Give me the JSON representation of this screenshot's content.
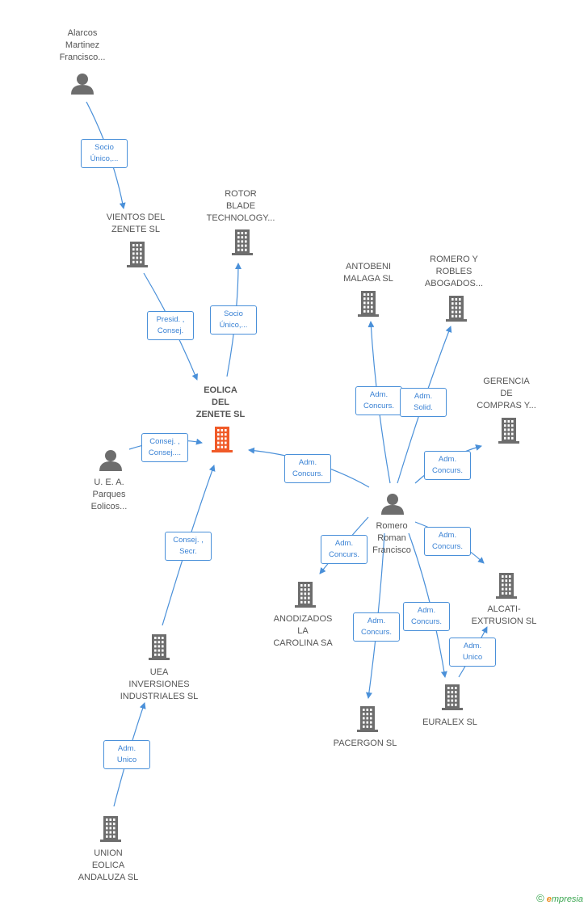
{
  "colors": {
    "edge": "#4a90d9",
    "icon": "#6d6d6d",
    "highlight": "#f05a28",
    "text": "#555555"
  },
  "nodes": [
    {
      "id": "alarcos",
      "type": "person",
      "label": [
        "Alarcos",
        "Martinez",
        "Francisco..."
      ]
    },
    {
      "id": "vientos",
      "type": "company",
      "label": [
        "VIENTOS DEL",
        "ZENETE  SL"
      ]
    },
    {
      "id": "rotor",
      "type": "company",
      "label": [
        "ROTOR",
        "BLADE",
        "TECHNOLOGY..."
      ]
    },
    {
      "id": "eolica",
      "type": "company",
      "main": true,
      "label": [
        "EOLICA",
        "DEL",
        "ZENETE SL"
      ]
    },
    {
      "id": "uea_parques",
      "type": "person",
      "label": [
        "U.  E. A.",
        "Parques",
        "Eolicos..."
      ]
    },
    {
      "id": "uea_inv",
      "type": "company",
      "label": [
        "UEA",
        "INVERSIONES",
        "INDUSTRIALES SL"
      ]
    },
    {
      "id": "union",
      "type": "company",
      "label": [
        "UNION",
        "EOLICA",
        "ANDALUZA SL"
      ]
    },
    {
      "id": "antobeni",
      "type": "company",
      "label": [
        "ANTOBENI",
        "MALAGA SL"
      ]
    },
    {
      "id": "romero_robles",
      "type": "company",
      "label": [
        "ROMERO Y",
        "ROBLES",
        "ABOGADOS..."
      ]
    },
    {
      "id": "gerencia",
      "type": "company",
      "label": [
        "GERENCIA",
        "DE",
        "COMPRAS Y..."
      ]
    },
    {
      "id": "romero",
      "type": "person",
      "label": [
        "Romero",
        "Roman",
        "Francisco"
      ]
    },
    {
      "id": "anodizados",
      "type": "company",
      "label": [
        "ANODIZADOS",
        "LA",
        "CAROLINA SA"
      ]
    },
    {
      "id": "alcati",
      "type": "company",
      "label": [
        "ALCATI-",
        "EXTRUSION SL"
      ]
    },
    {
      "id": "euralex",
      "type": "company",
      "label": [
        "EURALEX SL"
      ]
    },
    {
      "id": "pacergon",
      "type": "company",
      "label": [
        "PACERGON  SL"
      ]
    }
  ],
  "edges": [
    {
      "id": "e1",
      "from": "alarcos",
      "to": "vientos",
      "label": [
        "Socio",
        "Único,..."
      ]
    },
    {
      "id": "e2",
      "from": "vientos",
      "to": "eolica",
      "label": [
        "Presid. ,",
        "Consej."
      ]
    },
    {
      "id": "e3",
      "from": "eolica",
      "to": "rotor",
      "label": [
        "Socio",
        "Único,..."
      ]
    },
    {
      "id": "e4",
      "from": "uea_parques",
      "to": "eolica",
      "label": [
        "Consej. ,",
        "Consej...."
      ]
    },
    {
      "id": "e5",
      "from": "uea_inv",
      "to": "eolica",
      "label": [
        "Consej. ,",
        "Secr."
      ]
    },
    {
      "id": "e6",
      "from": "union",
      "to": "uea_inv",
      "label": [
        "Adm.",
        "Unico"
      ]
    },
    {
      "id": "e7",
      "from": "romero",
      "to": "eolica",
      "label": [
        "Adm.",
        "Concurs."
      ]
    },
    {
      "id": "e8",
      "from": "romero",
      "to": "antobeni",
      "label": [
        "Adm.",
        "Concurs."
      ]
    },
    {
      "id": "e9",
      "from": "romero",
      "to": "romero_robles",
      "label": [
        "Adm.",
        "Solid."
      ]
    },
    {
      "id": "e10",
      "from": "romero",
      "to": "gerencia",
      "label": [
        "Adm.",
        "Concurs."
      ]
    },
    {
      "id": "e11",
      "from": "romero",
      "to": "anodizados",
      "label": [
        "Adm.",
        "Concurs."
      ]
    },
    {
      "id": "e12",
      "from": "romero",
      "to": "alcati",
      "label": [
        "Adm.",
        "Concurs."
      ]
    },
    {
      "id": "e13",
      "from": "romero",
      "to": "euralex",
      "label": [
        "Adm.",
        "Concurs."
      ]
    },
    {
      "id": "e14",
      "from": "romero",
      "to": "pacergon",
      "label": [
        "Adm.",
        "Concurs."
      ]
    },
    {
      "id": "e15",
      "from": "euralex",
      "to": "alcati",
      "label": [
        "Adm.",
        "Unico"
      ]
    }
  ],
  "footer": {
    "copyright": "©",
    "brand_initial": "e",
    "brand_rest": "mpresia"
  }
}
